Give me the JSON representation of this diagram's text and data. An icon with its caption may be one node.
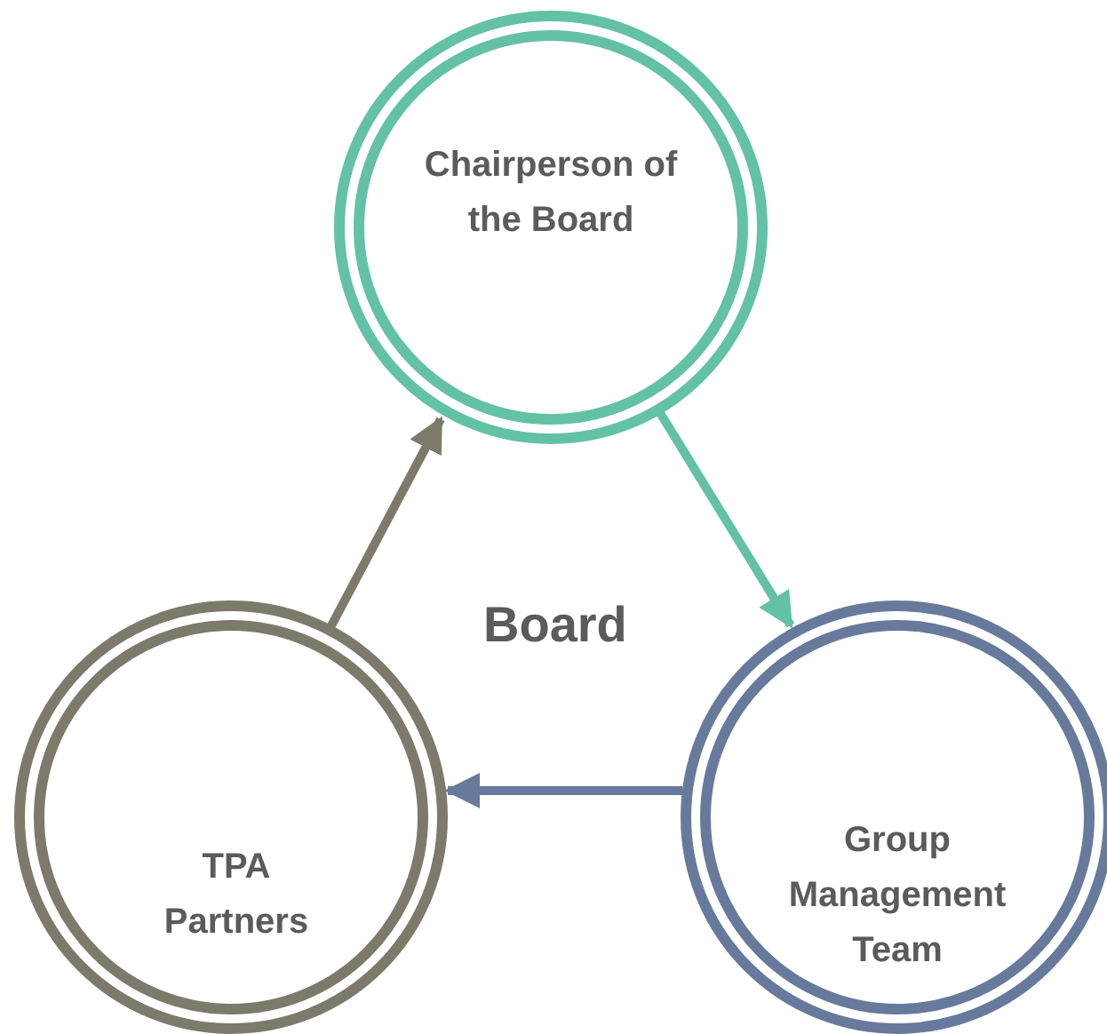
{
  "diagram": {
    "nodes": [
      {
        "text": [
          "Chairperson of the Board"
        ]
      },
      {
        "text": [
          "Group Management Team"
        ]
      },
      {
        "text": [
          "TPA Partners"
        ]
      }
    ],
    "edges": [
      {
        "from": 0,
        "to": 1,
        "arrow": "to",
        "color": "#63c1a6"
      },
      {
        "from": 1,
        "to": 2,
        "arrow": "to",
        "color": "#687a9c"
      },
      {
        "from": 2,
        "to": 0,
        "arrow": "to",
        "color": "#7c7a6b"
      }
    ],
    "labels": [
      "Board"
    ]
  }
}
